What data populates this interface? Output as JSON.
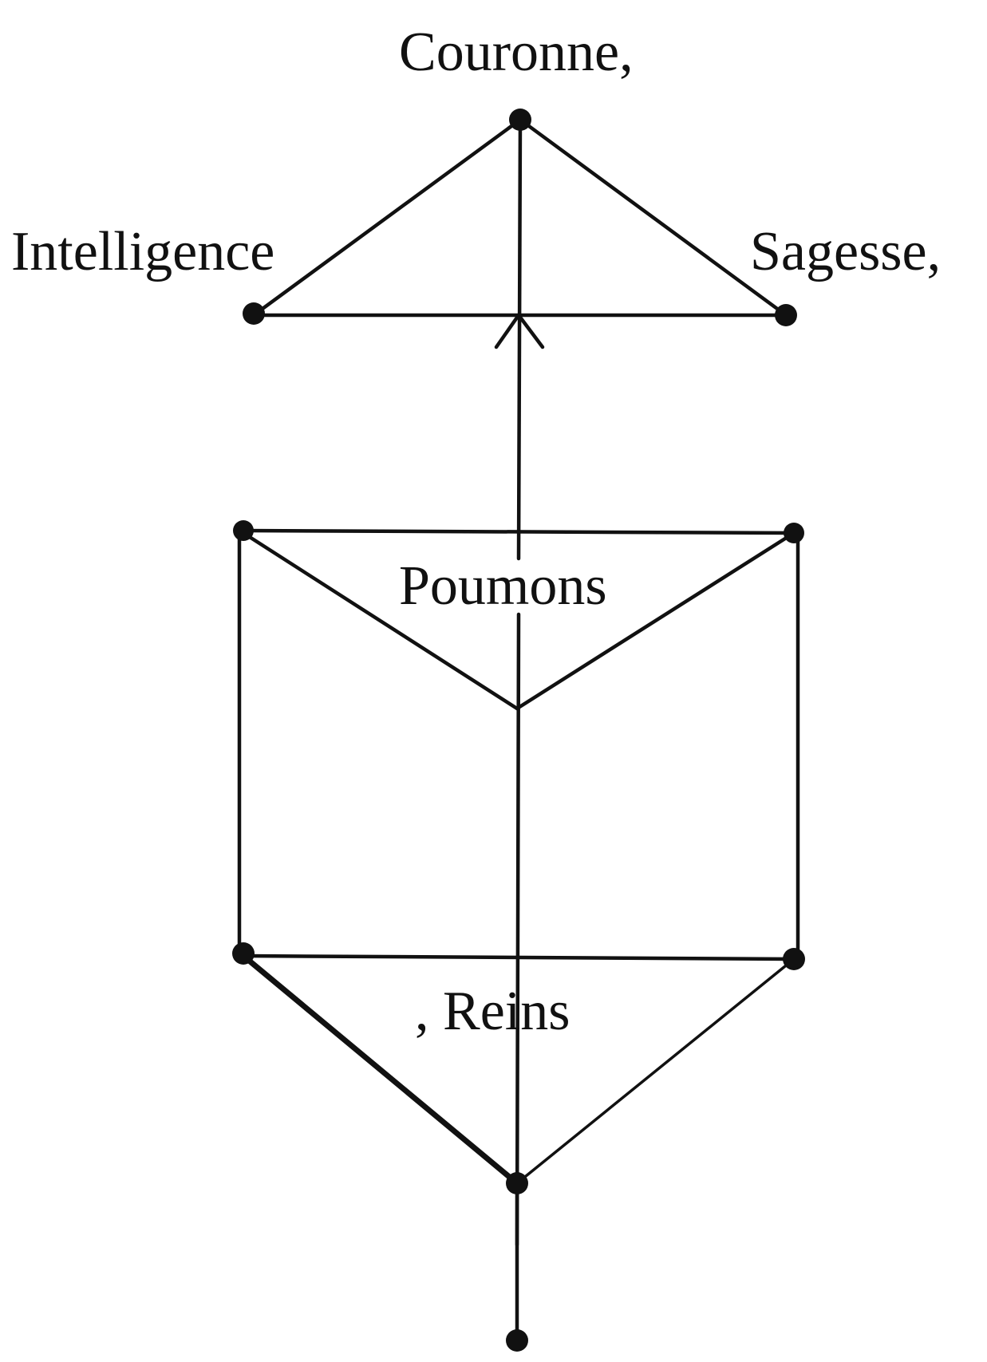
{
  "diagram": {
    "labels": {
      "couronne": "Couronne,",
      "intelligence": "Intelligence",
      "sagesse": "Sagesse,",
      "poumons": "Poumons",
      "reins": ", Reins"
    },
    "nodes": [
      "top",
      "upper-left",
      "upper-right",
      "mid-left",
      "mid-right",
      "low-left",
      "low-right",
      "bottom-center",
      "base"
    ],
    "edges": [
      [
        "top",
        "upper-left"
      ],
      [
        "top",
        "upper-right"
      ],
      [
        "upper-left",
        "upper-right"
      ],
      [
        "mid-left",
        "mid-right"
      ],
      [
        "mid-left",
        "low-left"
      ],
      [
        "mid-right",
        "low-right"
      ],
      [
        "low-left",
        "low-right"
      ],
      [
        "low-left",
        "bottom-center"
      ],
      [
        "low-right",
        "bottom-center"
      ],
      [
        "bottom-center",
        "base"
      ]
    ],
    "colors": {
      "ink": "#111111",
      "background": "#ffffff"
    }
  }
}
